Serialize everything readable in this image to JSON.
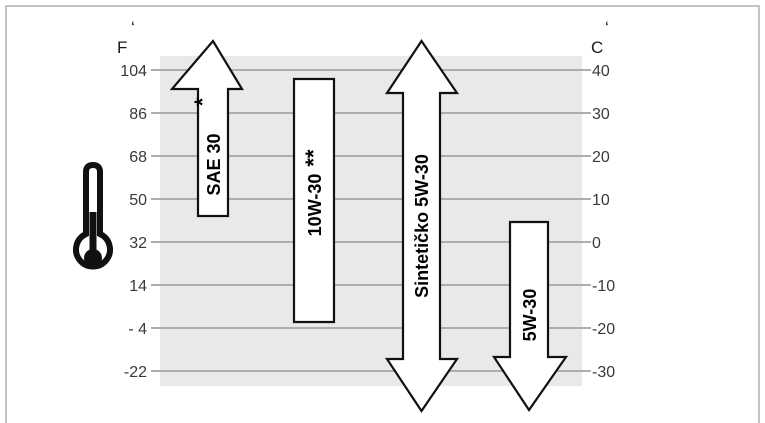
{
  "colors": {
    "frame": "#b0b0b0",
    "panel": "#e9e9e9",
    "grid": "#9a9a9a",
    "shape_fill": "#ffffff",
    "shape_stroke": "#111111",
    "thermometer": "#111111"
  },
  "units": {
    "left": "F",
    "right": "C",
    "accent_mark": "‘"
  },
  "scale": {
    "fahrenheit": [
      "104",
      "86",
      "68",
      "50",
      "32",
      "14",
      "- 4",
      "-22"
    ],
    "celsius": [
      "40",
      "30",
      "20",
      "10",
      "0",
      "-10",
      "-20",
      "-30"
    ],
    "celsius_values": [
      40,
      30,
      20,
      10,
      0,
      -10,
      -20,
      -30
    ]
  },
  "oils": [
    {
      "id": "sae-30",
      "label": "SAE 30",
      "shape": "arrow-up",
      "c_min": 5,
      "c_max": 40,
      "mark": "*"
    },
    {
      "id": "10w-30",
      "label": "10W-30",
      "shape": "bar",
      "c_min": -18,
      "c_max": 37,
      "mark": "**"
    },
    {
      "id": "sinteticko-5w-30",
      "label": "Sintetičko 5W-30",
      "shape": "arrow-both",
      "c_min": -30,
      "c_max": 40,
      "mark": ""
    },
    {
      "id": "5w-30",
      "label": "5W-30",
      "shape": "arrow-down",
      "c_min": -30,
      "c_max": 4,
      "mark": ""
    }
  ],
  "icon": "thermometer-icon"
}
